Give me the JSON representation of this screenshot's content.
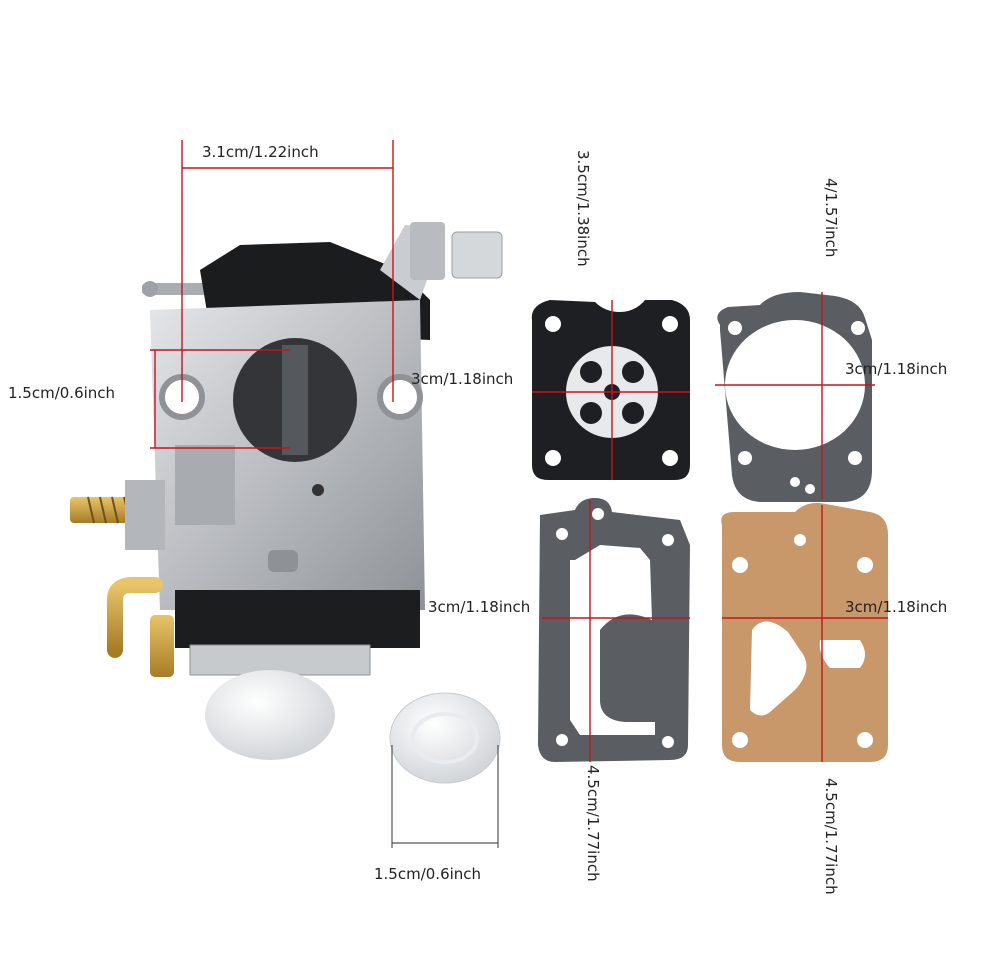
{
  "labels": {
    "carb_width": "3.1cm/1.22inch",
    "carb_hole_spacing": "1.5cm/0.6inch",
    "carb_height": "3cm/1.18inch",
    "primer_bulb_width": "1.5cm/0.6inch",
    "diaphragm_height": "3.5cm/1.38inch",
    "gasket1_height": "4/1.57inch",
    "gasket1_width": "3cm/1.18inch",
    "gasket2_width": "3cm/1.18inch",
    "gasket2_height": "4.5cm/1.77inch",
    "gasket3_width": "3cm/1.18inch",
    "gasket3_height": "4.5cm/1.77inch"
  },
  "colors": {
    "dimension_line": "#c8141e",
    "metal": "#bfc2c6",
    "gasket_gray": "#5a5d61",
    "gasket_kraft": "#c9986a",
    "diaphragm_black": "#1d1f22"
  }
}
